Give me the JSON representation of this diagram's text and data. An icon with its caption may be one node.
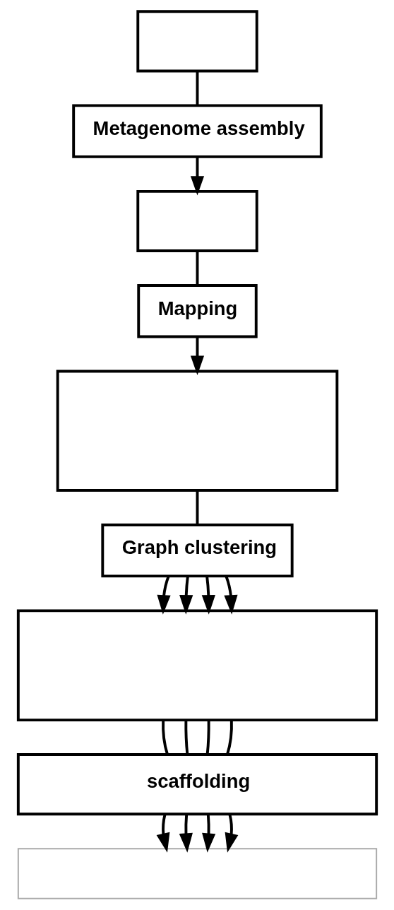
{
  "diagram": {
    "nodes": [
      {
        "text": [],
        "shape": "box"
      },
      {
        "text": [
          "Metagenome assembly"
        ]
      },
      {
        "text": [],
        "shape": "box"
      },
      {
        "text": [
          "Mapping"
        ]
      },
      {
        "text": [],
        "shape": "box"
      },
      {
        "text": [
          "Graph clustering"
        ]
      },
      {
        "text": [],
        "shape": "box"
      },
      {
        "text": [
          "scaffolding"
        ]
      },
      {
        "text": [],
        "shape": "box"
      }
    ],
    "edges": [
      {
        "from": 0,
        "to": 1,
        "arrow": "none"
      },
      {
        "from": 1,
        "to": 2,
        "arrow": "to"
      },
      {
        "from": 2,
        "to": 3,
        "arrow": "none"
      },
      {
        "from": 3,
        "to": 4,
        "arrow": "to"
      },
      {
        "from": 4,
        "to": 5,
        "arrow": "none"
      },
      {
        "from": 5,
        "to": 6,
        "arrow": "to"
      },
      {
        "from": 5,
        "to": 6,
        "arrow": "to"
      },
      {
        "from": 5,
        "to": 6,
        "arrow": "to"
      },
      {
        "from": 5,
        "to": 6,
        "arrow": "to"
      },
      {
        "from": 6,
        "to": 7,
        "arrow": "none"
      },
      {
        "from": 6,
        "to": 7,
        "arrow": "none"
      },
      {
        "from": 6,
        "to": 7,
        "arrow": "none"
      },
      {
        "from": 6,
        "to": 7,
        "arrow": "none"
      },
      {
        "from": 7,
        "to": 8,
        "arrow": "to"
      },
      {
        "from": 7,
        "to": 8,
        "arrow": "to"
      },
      {
        "from": 7,
        "to": 8,
        "arrow": "to"
      },
      {
        "from": 7,
        "to": 8,
        "arrow": "to"
      }
    ]
  }
}
